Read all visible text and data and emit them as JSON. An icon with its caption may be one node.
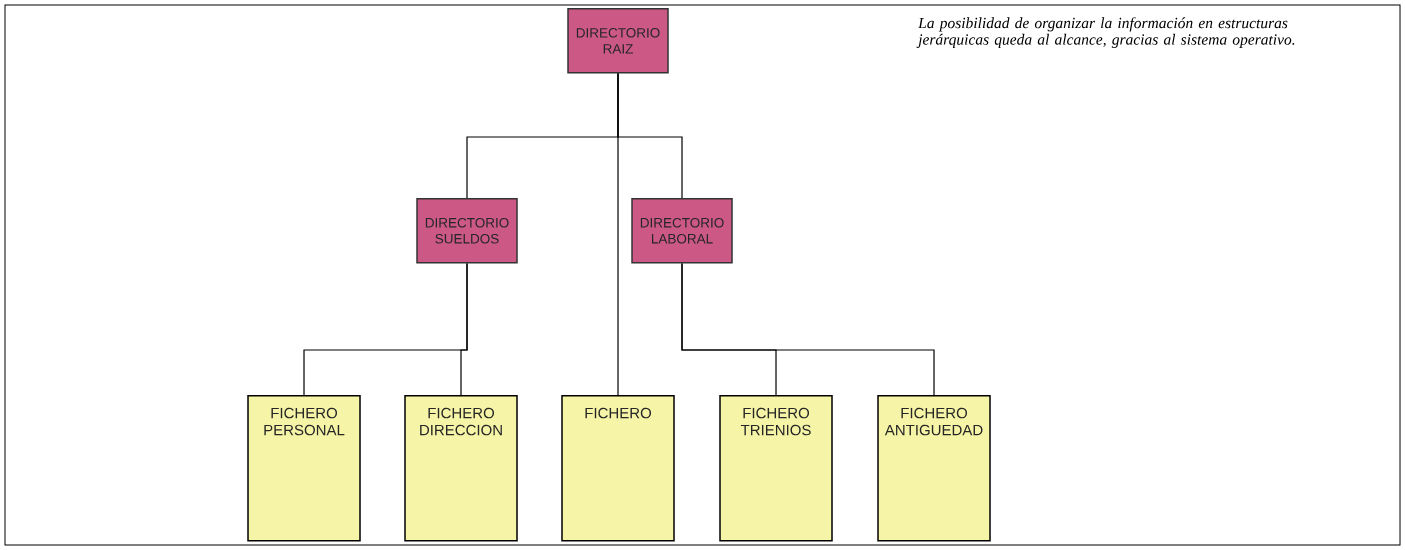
{
  "diagram": {
    "caption": "La posibilidad de organizar la información en estructuras jerárquicas queda al alcance, gracias al sistema operativo.",
    "nodes": [
      {
        "text": [
          "DIRECTORIO RAIZ"
        ]
      },
      {
        "text": [
          "DIRECTORIO SUELDOS"
        ]
      },
      {
        "text": [
          "DIRECTORIO LABORAL"
        ]
      },
      {
        "text": [
          "FICHERO PERSONAL"
        ]
      },
      {
        "text": [
          "FICHERO DIRECCION"
        ]
      },
      {
        "text": [
          "FICHERO"
        ]
      },
      {
        "text": [
          "FICHERO TRIENIOS"
        ]
      },
      {
        "text": [
          "FICHERO ANTIGUEDAD"
        ]
      }
    ],
    "edges": [
      {
        "from": 0,
        "to": 1,
        "arrow": "none"
      },
      {
        "from": 0,
        "to": 2,
        "arrow": "none"
      },
      {
        "from": 0,
        "to": 5,
        "arrow": "none"
      },
      {
        "from": 1,
        "to": 3,
        "arrow": "none"
      },
      {
        "from": 1,
        "to": 4,
        "arrow": "none"
      },
      {
        "from": 2,
        "to": 6,
        "arrow": "none"
      },
      {
        "from": 2,
        "to": 7,
        "arrow": "none"
      }
    ]
  }
}
